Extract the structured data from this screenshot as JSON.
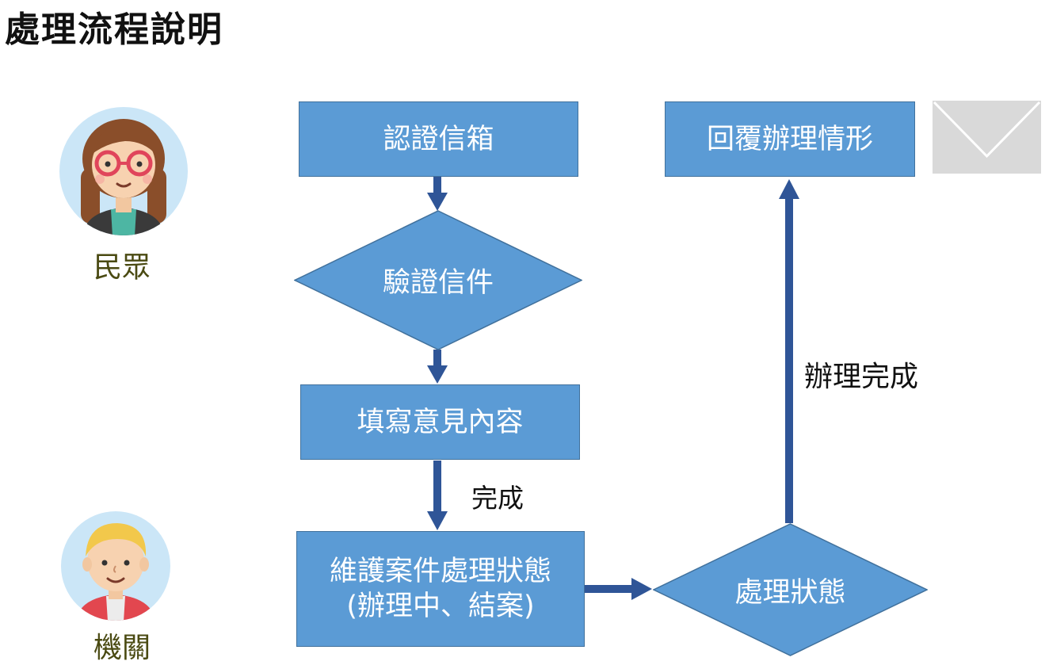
{
  "title": "處理流程說明",
  "actors": {
    "citizen": "民眾",
    "agency": "機關"
  },
  "nodes": {
    "certify_mailbox": "認證信箱",
    "verify_mail": "驗證信件",
    "fill_opinion": "填寫意見內容",
    "maintain_status_line1": "維護案件處理狀態",
    "maintain_status_line2": "(辦理中、結案)",
    "process_status": "處理狀態",
    "reply_result": "回覆辦理情形"
  },
  "edges": {
    "complete": "完成",
    "handled_complete": "辦理完成"
  },
  "colors": {
    "box_fill": "#5b9bd5",
    "box_border": "#41719c",
    "arrow": "#2f5597",
    "label_olive": "#4a4a12",
    "mail_gray": "#d9d9d9"
  },
  "icons": {
    "citizen": "girl-avatar-icon",
    "agency": "boy-avatar-icon",
    "mail": "envelope-icon"
  }
}
